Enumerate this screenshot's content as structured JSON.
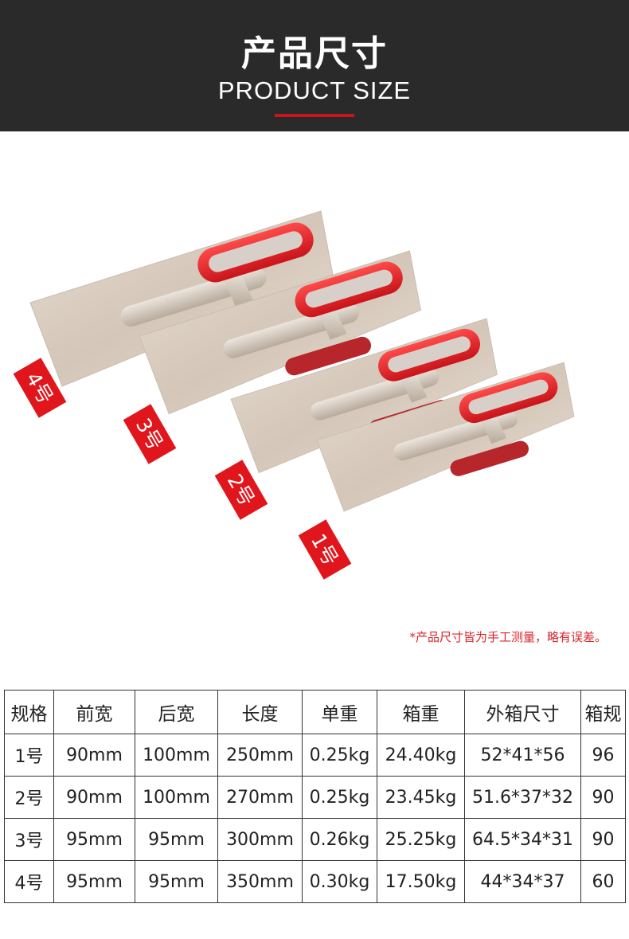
{
  "header": {
    "title_cn": "产品尺寸",
    "title_en": "PRODUCT SIZE",
    "accent_color": "#c9161c",
    "background_color": "#2b2a2a"
  },
  "products": [
    {
      "label": "4号"
    },
    {
      "label": "3号"
    },
    {
      "label": "2号"
    },
    {
      "label": "1号"
    }
  ],
  "note": "*产品尺寸皆为手工测量，略有误差。",
  "table": {
    "headers": [
      "规格",
      "前宽",
      "后宽",
      "长度",
      "单重",
      "箱重",
      "外箱尺寸",
      "箱规"
    ],
    "rows": [
      [
        "1号",
        "90mm",
        "100mm",
        "250mm",
        "0.25kg",
        "24.40kg",
        "52*41*56",
        "96"
      ],
      [
        "2号",
        "90mm",
        "100mm",
        "270mm",
        "0.25kg",
        "23.45kg",
        "51.6*37*32",
        "90"
      ],
      [
        "3号",
        "95mm",
        "95mm",
        "300mm",
        "0.26kg",
        "25.25kg",
        "64.5*34*31",
        "90"
      ],
      [
        "4号",
        "95mm",
        "95mm",
        "350mm",
        "0.30kg",
        "17.50kg",
        "44*34*37",
        "60"
      ]
    ]
  }
}
